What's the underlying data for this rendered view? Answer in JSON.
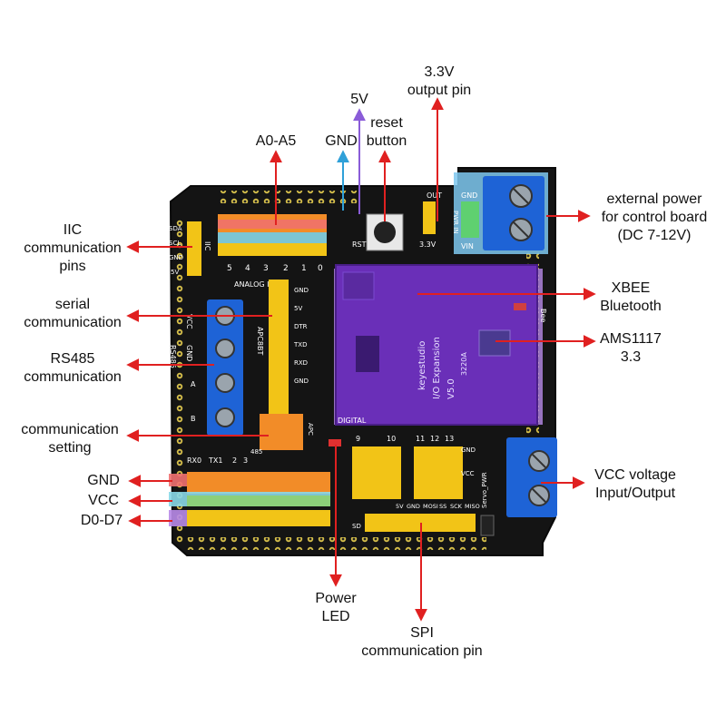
{
  "labels": {
    "v33": [
      "3.3V",
      "output pin"
    ],
    "v5": "5V",
    "gnd_top": "GND",
    "reset": [
      "reset",
      "button"
    ],
    "a0a5": "A0-A5",
    "ext_power": [
      "external power",
      "for control board",
      "(DC 7-12V)"
    ],
    "iic": [
      "IIC",
      "communication",
      "pins"
    ],
    "serial": [
      "serial",
      "communication"
    ],
    "rs485": [
      "RS485",
      "communication"
    ],
    "comm_setting": [
      "communication",
      "setting"
    ],
    "gnd": "GND",
    "vcc": "VCC",
    "d0d7": "D0-D7",
    "xbee": [
      "XBEE",
      "Bluetooth"
    ],
    "ams": [
      "AMS1117",
      "3.3"
    ],
    "vcc_io": [
      "VCC voltage",
      "Input/Output"
    ],
    "power_led": [
      "Power",
      "LED"
    ],
    "spi": [
      "SPI",
      "communication  pin"
    ]
  },
  "board": {
    "module_text": [
      "keyestudio",
      "I/O Expansion",
      "V5.0",
      "3220A"
    ],
    "silk": {
      "iic_pins": [
        "SDA",
        "SCL",
        "GND",
        "5V"
      ],
      "iic": "IIC",
      "analog_in": "ANALOG IN",
      "analog_nums": [
        "5",
        "4",
        "3",
        "2",
        "1",
        "0"
      ],
      "rst": "RST",
      "gnd": "GND",
      "five_v": "5V",
      "out": "OUT",
      "v33": "3.3V",
      "pwr_in": "PWR IN",
      "gnd2": "GND",
      "vin": "VIN",
      "rs485": "RS485",
      "rs485_pins": [
        "VCC",
        "GND",
        "A",
        "B"
      ],
      "apc": "APC8BT",
      "serial_pins": [
        "GND",
        "5V",
        "DTR",
        "TXD",
        "RXD",
        "GND"
      ],
      "bee": "Bee",
      "digital": "DIGITAL",
      "apc2": "APC",
      "bt485": "485",
      "rx": "RX0",
      "tx": "TX1",
      "digital_nums": [
        "2",
        "3"
      ],
      "upper_nums": [
        "9",
        "10",
        "11",
        "12",
        "13"
      ],
      "spi_pins": [
        "MISO",
        "SCK",
        "SS",
        "MOSI",
        "GND",
        "5V"
      ],
      "servo_pwr": "Servo_PWR",
      "vcc": "VCC",
      "gnd3": "GND",
      "sd": "SD"
    }
  },
  "colors": {
    "board": "#141414",
    "module": "#6a2fb8",
    "terminal": "#1e63d6",
    "arrow": "#e02020",
    "arrow_5v": "#8a5cd8",
    "arrow_gnd": "#2fa0d8",
    "pins_yellow": "#f2c417",
    "pins_orange": "#f28c28",
    "band_red": "#f07070",
    "band_cyan": "#88d8e8",
    "band_purple": "#b88ae8",
    "highlight": "#7ec8f0"
  }
}
